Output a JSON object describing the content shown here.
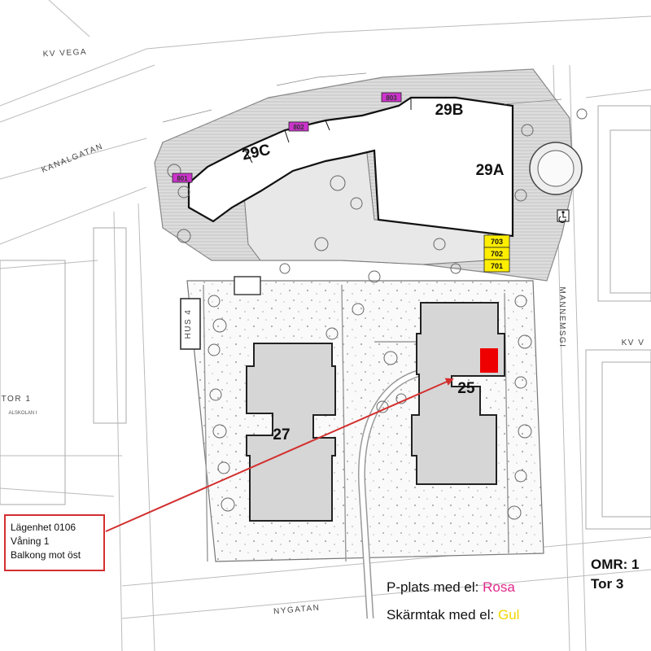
{
  "streets": {
    "kv_vega_top": "KV VEGA",
    "kanalgatan": "KANALGATAN",
    "nygatan": "NYGATAN",
    "mannemsgi": "MANNEMSGI",
    "kv_v_right": "KV V",
    "tor1": "TOR 1",
    "alskolan": "ALSKOLAN I",
    "hus4": "HUS 4"
  },
  "buildings": {
    "b29A": "29A",
    "b29B": "29B",
    "b29C": "29C",
    "b27": "27",
    "b25": "25"
  },
  "parking_el": [
    "801",
    "802",
    "803"
  ],
  "carport_el": [
    "703",
    "702",
    "701"
  ],
  "info_box": {
    "line1": "Lägenhet 0106",
    "line2": "Våning 1",
    "line3": "Balkong mot öst"
  },
  "district": {
    "omr": "OMR: 1",
    "tor": "Tor 3"
  },
  "legend": {
    "parking_prefix": "P-plats med el: ",
    "parking_color_name": "Rosa",
    "carport_prefix": "Skärmtak  med el: ",
    "carport_color_name": "Gul"
  },
  "colors": {
    "parking_el": "#cc33cc",
    "carport_el": "#ffee00",
    "highlight": "#ee0000",
    "arrow": "#d32f2f"
  }
}
